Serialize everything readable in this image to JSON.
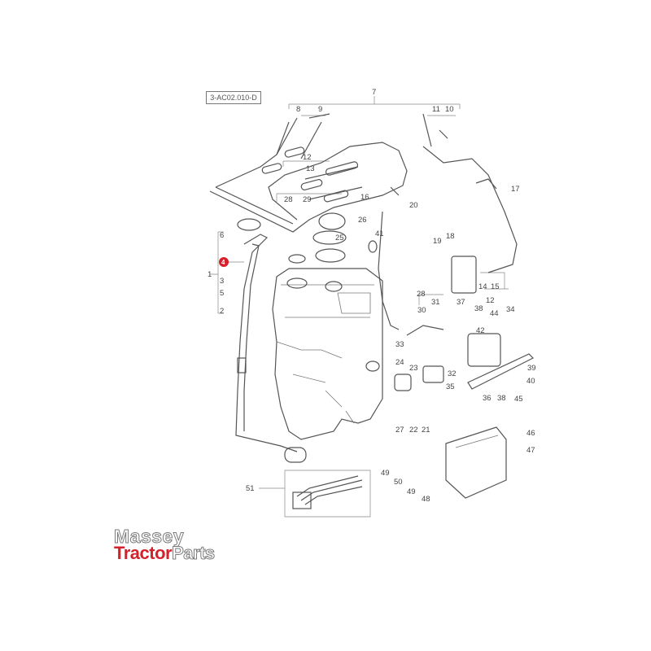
{
  "reference_code": "3-AC02.010-D",
  "highlighted_part": "4",
  "callouts": [
    "1",
    "2",
    "3",
    "5",
    "6",
    "7",
    "8",
    "9",
    "10",
    "11",
    "12",
    "12",
    "13",
    "14",
    "15",
    "16",
    "17",
    "18",
    "19",
    "20",
    "21",
    "22",
    "23",
    "24",
    "25",
    "26",
    "27",
    "28",
    "28",
    "29",
    "30",
    "31",
    "32",
    "33",
    "34",
    "35",
    "36",
    "37",
    "38",
    "38",
    "39",
    "40",
    "41",
    "42",
    "44",
    "45",
    "46",
    "47",
    "48",
    "49",
    "49",
    "50",
    "51"
  ],
  "logo": {
    "line1": "Massey",
    "line2_red": "Tractor",
    "line2_grey": "Parts"
  },
  "colors": {
    "highlight": "#d4212a",
    "line_art": "#555555",
    "logo_outline": "#7a7a7a"
  }
}
